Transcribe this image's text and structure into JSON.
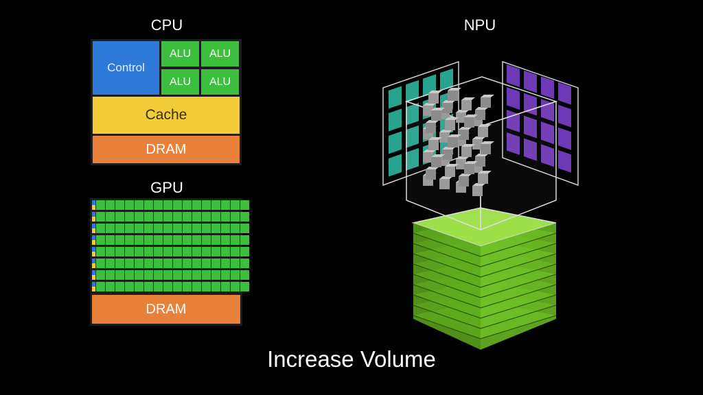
{
  "headings": {
    "cpu": "CPU",
    "gpu": "GPU",
    "npu": "NPU"
  },
  "cpu": {
    "control_label": "Control",
    "alu_labels": [
      "ALU",
      "ALU",
      "ALU",
      "ALU"
    ],
    "cache_label": "Cache",
    "dram_label": "DRAM"
  },
  "gpu": {
    "dram_label": "DRAM",
    "core_rows": 8,
    "alus_per_row": 16
  },
  "caption": "Increase Volume",
  "colors": {
    "control": "#2f7ad8",
    "alu": "#3cbf3c",
    "cache": "#f2cc3a",
    "dram": "#e9813a",
    "npu_cube": "#9a9a9a",
    "npu_left_panel": "#2fbfa8",
    "npu_right_panel": "#7a3fc8",
    "npu_base": "#78c82a"
  }
}
